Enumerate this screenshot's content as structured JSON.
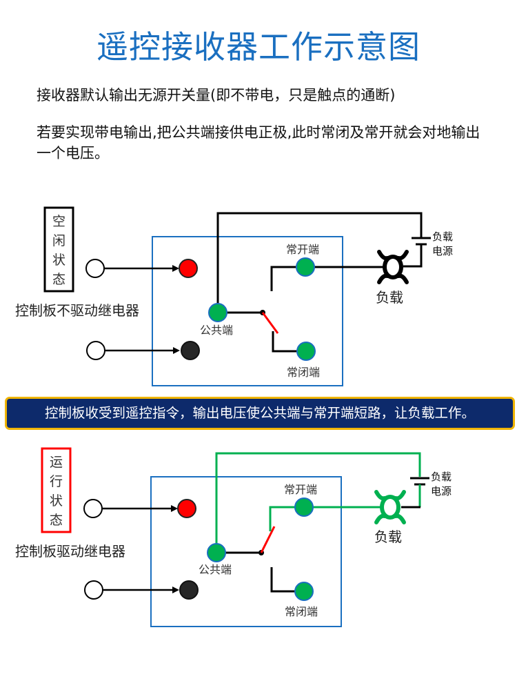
{
  "title": "遥控接收器工作示意图",
  "description": {
    "line1": "接收器默认输出无源开关量(即不带电，只是触点的通断)",
    "line2": "若要实现带电输出,把公共端接供电正极,此时常闭及常开就会对地输出一个电压。"
  },
  "banner": "控制板收受到遥控指令，输出电压使公共端与常开端短路，让负载工作。",
  "colors": {
    "title": "#1a6fc0",
    "relay_box": "#1a6fc0",
    "terminal": "#00b050",
    "active_wire": "#00b050",
    "switch_arm": "#ff0000",
    "input_red": "#ff0000",
    "input_black": "#262626",
    "idle_state_border": "#000000",
    "run_state_border": "#ff0000",
    "banner_bg": "#0d2a6b",
    "banner_border": "#f0b400"
  },
  "idle": {
    "state_chars": [
      "空",
      "闲",
      "状",
      "态"
    ],
    "control_label": "控制板不驱动继电器",
    "common_label": "公共端",
    "no_label": "常开端",
    "nc_label": "常闭端",
    "load_label": "负载",
    "power_label_1": "负载",
    "power_label_2": "电源"
  },
  "running": {
    "state_chars": [
      "运",
      "行",
      "状",
      "态"
    ],
    "control_label": "控制板驱动继电器",
    "common_label": "公共端",
    "no_label": "常开端",
    "nc_label": "常闭端",
    "load_label": "负载",
    "power_label_1": "负载",
    "power_label_2": "电源"
  }
}
